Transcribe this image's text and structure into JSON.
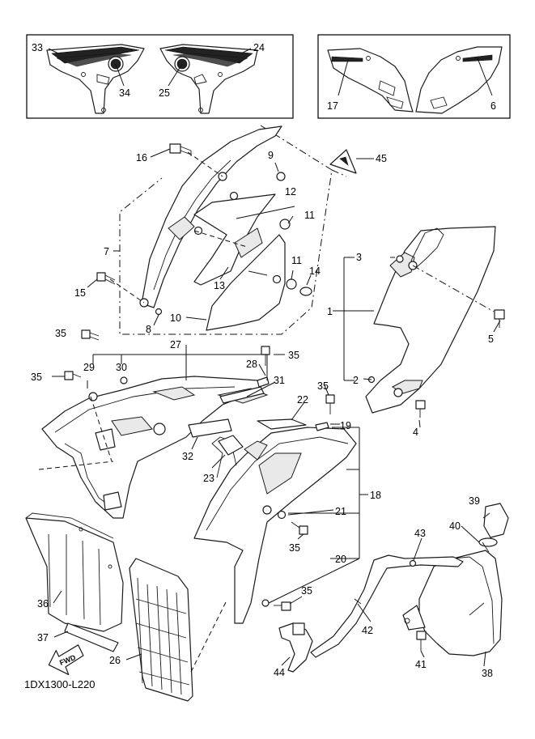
{
  "diagram": {
    "code": "1DX1300-L220",
    "fwd_label": "FWD",
    "callouts": [
      {
        "id": "c33",
        "text": "33"
      },
      {
        "id": "c24",
        "text": "24"
      },
      {
        "id": "c34",
        "text": "34"
      },
      {
        "id": "c25",
        "text": "25"
      },
      {
        "id": "c17",
        "text": "17"
      },
      {
        "id": "c6",
        "text": "6"
      },
      {
        "id": "c16",
        "text": "16"
      },
      {
        "id": "c9",
        "text": "9"
      },
      {
        "id": "c45",
        "text": "45"
      },
      {
        "id": "c12",
        "text": "12"
      },
      {
        "id": "c11a",
        "text": "11"
      },
      {
        "id": "c7",
        "text": "7"
      },
      {
        "id": "c3",
        "text": "3"
      },
      {
        "id": "c11b",
        "text": "11"
      },
      {
        "id": "c14",
        "text": "14"
      },
      {
        "id": "c13",
        "text": "13"
      },
      {
        "id": "c15",
        "text": "15"
      },
      {
        "id": "c1",
        "text": "1"
      },
      {
        "id": "c5",
        "text": "5"
      },
      {
        "id": "c8",
        "text": "8"
      },
      {
        "id": "c10",
        "text": "10"
      },
      {
        "id": "c35a",
        "text": "35"
      },
      {
        "id": "c27",
        "text": "27"
      },
      {
        "id": "c28",
        "text": "28"
      },
      {
        "id": "c35b",
        "text": "35"
      },
      {
        "id": "c29",
        "text": "29"
      },
      {
        "id": "c30",
        "text": "30"
      },
      {
        "id": "c35c",
        "text": "35"
      },
      {
        "id": "c31",
        "text": "31"
      },
      {
        "id": "c2",
        "text": "2"
      },
      {
        "id": "c35d",
        "text": "35"
      },
      {
        "id": "c22",
        "text": "22"
      },
      {
        "id": "c4",
        "text": "4"
      },
      {
        "id": "c19",
        "text": "19"
      },
      {
        "id": "c32",
        "text": "32"
      },
      {
        "id": "c23",
        "text": "23"
      },
      {
        "id": "c18",
        "text": "18"
      },
      {
        "id": "c21",
        "text": "21"
      },
      {
        "id": "c35e",
        "text": "35"
      },
      {
        "id": "c39",
        "text": "39"
      },
      {
        "id": "c40",
        "text": "40"
      },
      {
        "id": "c43",
        "text": "43"
      },
      {
        "id": "c36",
        "text": "36"
      },
      {
        "id": "c20",
        "text": "20"
      },
      {
        "id": "c35f",
        "text": "35"
      },
      {
        "id": "c42",
        "text": "42"
      },
      {
        "id": "c37",
        "text": "37"
      },
      {
        "id": "c26",
        "text": "26"
      },
      {
        "id": "c44",
        "text": "44"
      },
      {
        "id": "c41",
        "text": "41"
      },
      {
        "id": "c38",
        "text": "38"
      }
    ]
  }
}
